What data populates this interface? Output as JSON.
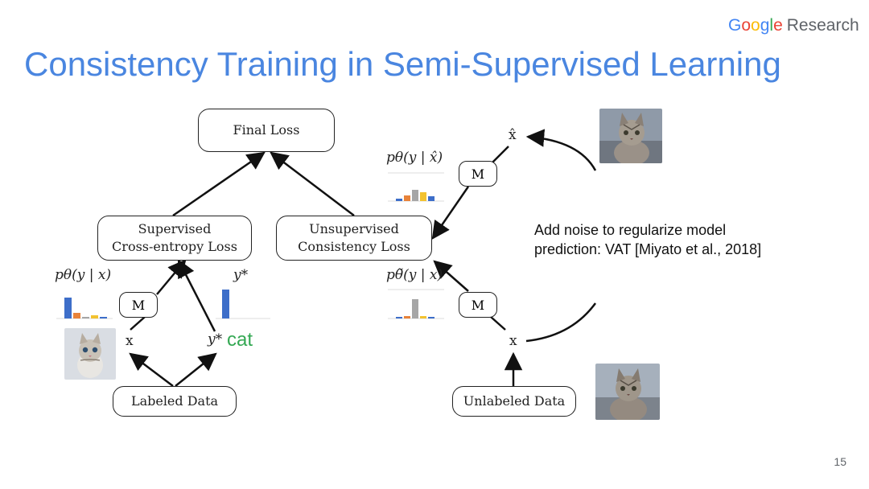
{
  "logo": {
    "g1": "G",
    "g2": "o",
    "g3": "o",
    "g4": "g",
    "g5": "l",
    "g6": "e",
    "research": "Research"
  },
  "title": "Consistency Training in Semi-Supervised Learning",
  "page_number": "15",
  "nodes": {
    "final_loss": "Final Loss",
    "supervised_line1": "Supervised",
    "supervised_line2": "Cross-entropy Loss",
    "unsupervised_line1": "Unsupervised",
    "unsupervised_line2": "Consistency Loss",
    "labeled_data": "Labeled Data",
    "unlabeled_data": "Unlabeled Data",
    "model": "M"
  },
  "labels": {
    "p_x": "pθ(y | x)",
    "p_xhat": "pθ(y | x̂)",
    "p_tilde": "pθ̃(y | x)",
    "ystar": "y*",
    "x": "x",
    "xhat": "x̂",
    "cat": "cat"
  },
  "annotation": {
    "line1": "Add noise to regularize model",
    "line2": "prediction: VAT  [Miyato et al., 2018]"
  },
  "colors": {
    "title": "#4a86e0",
    "cat": "#34a853",
    "bar_blue": "#3d6ec9",
    "bar_orange": "#e8833a",
    "bar_yellow": "#f2c230",
    "bar_gray": "#a6a6a6"
  }
}
